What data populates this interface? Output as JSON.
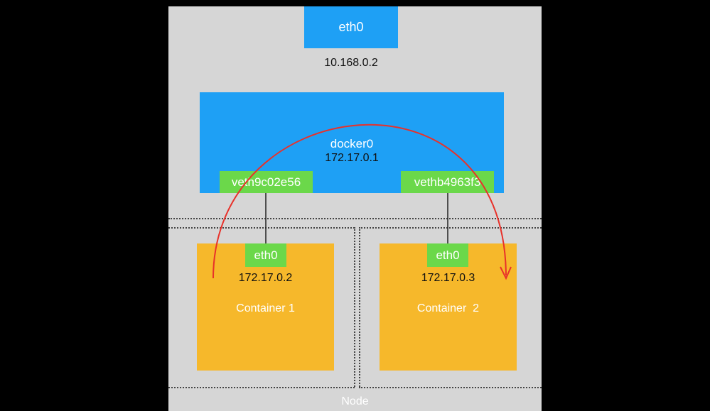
{
  "host": {
    "eth0_label": "eth0",
    "eth0_ip": "10.168.0.2"
  },
  "bridge": {
    "name": "docker0",
    "ip": "172.17.0.1",
    "veth_left": "veth9c02e56",
    "veth_right": "vethb4963f3"
  },
  "containers": [
    {
      "eth_label": "eth0",
      "ip": "172.17.0.2",
      "name": "Container 1"
    },
    {
      "eth_label": "eth0",
      "ip": "172.17.0.3",
      "name": "Container  2"
    }
  ],
  "node_label": "Node",
  "colors": {
    "background": "#000000",
    "node": "#d6d6d6",
    "interface_blue": "#1ea0f5",
    "veth_green": "#6bd84a",
    "container_orange": "#f6b82b",
    "arrow_red": "#e8312a"
  }
}
